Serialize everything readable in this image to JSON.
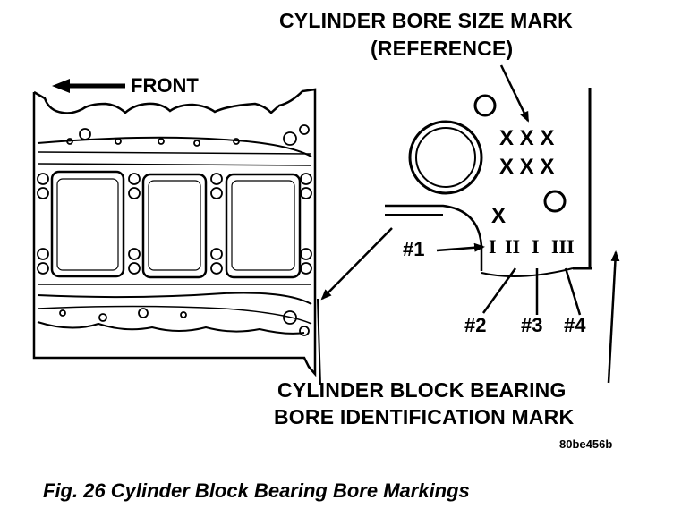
{
  "labels": {
    "bore_size_line1": "CYLINDER BORE SIZE MARK",
    "bore_size_line2": "(REFERENCE)",
    "front": "FRONT",
    "block_line1": "CYLINDER BLOCK BEARING",
    "block_line2": "BORE IDENTIFICATION MARK",
    "image_code": "80be456b",
    "caption": "Fig. 26 Cylinder Block Bearing Bore Markings"
  },
  "bore_size_marks": {
    "row1": "X X X",
    "row2": "X X X",
    "single": "X"
  },
  "bearing_marks": {
    "m1": "I",
    "m2": "II",
    "m3": "I",
    "m4": "III"
  },
  "callouts": {
    "n1": "#1",
    "n2": "#2",
    "n3": "#3",
    "n4": "#4"
  }
}
